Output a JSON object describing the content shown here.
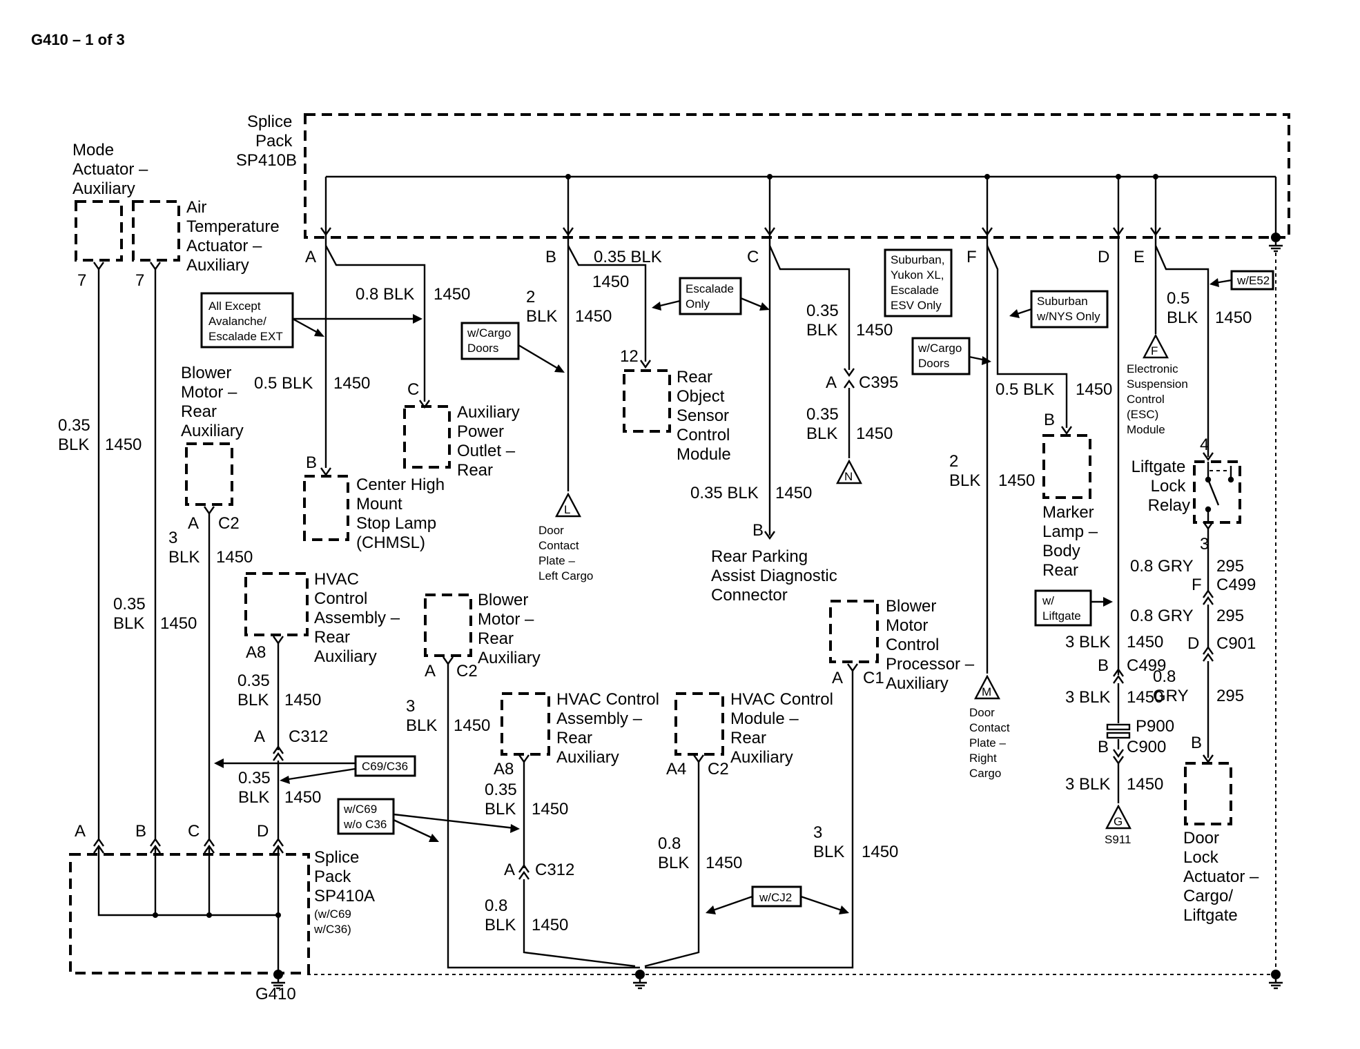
{
  "page": {
    "title": "G410 – 1 of 3"
  },
  "splice_b": {
    "lines": [
      "Splice",
      "Pack",
      "SP410B"
    ]
  },
  "splice_a": {
    "lines": [
      "Splice",
      "Pack",
      "SP410A",
      "(w/C69",
      "w/C36)"
    ]
  },
  "ground": {
    "label": "G410"
  },
  "components": {
    "mode_actuator": [
      "Mode",
      "Actuator –",
      "Auxiliary"
    ],
    "air_temp_actuator": [
      "Air",
      "Temperature",
      "Actuator –",
      "Auxiliary"
    ],
    "blower_motor_rear": [
      "Blower",
      "Motor –",
      "Rear",
      "Auxiliary"
    ],
    "chmsl": [
      "Center High",
      "Mount",
      "Stop Lamp",
      "(CHMSL)"
    ],
    "aux_power_outlet": [
      "Auxiliary",
      "Power",
      "Outlet –",
      "Rear"
    ],
    "hvac_control_assembly": [
      "HVAC",
      "Control",
      "Assembly –",
      "Rear",
      "Auxiliary"
    ],
    "blower_motor_rear_2": [
      "Blower",
      "Motor –",
      "Rear",
      "Auxiliary"
    ],
    "hvac_control_assembly_2": [
      "HVAC Control",
      "Assembly –",
      "Rear",
      "Auxiliary"
    ],
    "hvac_control_module": [
      "HVAC Control",
      "Module –",
      "Rear",
      "Auxiliary"
    ],
    "rear_object_sensor": [
      "Rear",
      "Object",
      "Sensor",
      "Control",
      "Module"
    ],
    "rear_parking_connector": [
      "Rear Parking",
      "Assist Diagnostic",
      "Connector"
    ],
    "blower_motor_processor": [
      "Blower",
      "Motor",
      "Control",
      "Processor –",
      "Auxiliary"
    ],
    "marker_lamp": [
      "Marker",
      "Lamp –",
      "Body",
      "Rear"
    ],
    "esc_module": [
      "Electronic",
      "Suspension",
      "Control",
      "(ESC)",
      "Module"
    ],
    "liftgate_relay": [
      "Liftgate",
      "Lock",
      "Relay"
    ],
    "door_lock_actuator": [
      "Door",
      "Lock",
      "Actuator –",
      "Cargo/",
      "Liftgate"
    ],
    "door_plate_left": [
      "Door",
      "Contact",
      "Plate –",
      "Left Cargo"
    ],
    "door_plate_right": [
      "Door",
      "Contact",
      "Plate –",
      "Right",
      "Cargo"
    ]
  },
  "notes": {
    "all_except": [
      "All Except",
      "Avalanche/",
      "Escalade EXT"
    ],
    "cargo_doors_1": [
      "w/Cargo",
      "Doors"
    ],
    "escalade_only": [
      "Escalade",
      "Only"
    ],
    "suburban_esv": [
      "Suburban,",
      "Yukon XL,",
      "Escalade",
      "ESV Only"
    ],
    "cargo_doors_2": [
      "w/Cargo",
      "Doors"
    ],
    "suburban_nys": [
      "Suburban",
      "w/NYS Only"
    ],
    "w_e52": [
      "w/E52"
    ],
    "w_liftgate": [
      "w/",
      "Liftgate"
    ],
    "c69_c36": [
      "C69/C36"
    ],
    "c69_no_c36": [
      "w/C69",
      "w/o C36"
    ],
    "cj2": [
      "w/CJ2"
    ]
  },
  "offpage": {
    "L": "L",
    "N": "N",
    "M": "M",
    "F": "F",
    "G": "G",
    "S911": "S911"
  },
  "labels": [
    {
      "k": "pinA_b",
      "t": "A"
    },
    {
      "k": "pinB_b",
      "t": "B"
    },
    {
      "k": "pinC_b",
      "t": "C"
    },
    {
      "k": "pinF_b",
      "t": "F"
    },
    {
      "k": "pinD_b",
      "t": "D"
    },
    {
      "k": "pinE_b",
      "t": "E"
    },
    {
      "k": "w_mode_pin",
      "t": "7"
    },
    {
      "k": "w_air_pin",
      "t": "7"
    },
    {
      "k": "w_mode_g",
      "t": "0.35"
    },
    {
      "k": "w_mode_c",
      "t": "BLK"
    },
    {
      "k": "w_mode_n",
      "t": "1450"
    },
    {
      "k": "w_air_g",
      "t": "0.35"
    },
    {
      "k": "w_air_c",
      "t": "BLK"
    },
    {
      "k": "w_air_n",
      "t": "1450"
    },
    {
      "k": "w_aux_top",
      "t": "0.8 BLK"
    },
    {
      "k": "w_aux_topn",
      "t": "1450"
    },
    {
      "k": "w_aux_pin",
      "t": "C"
    },
    {
      "k": "w_chmsl",
      "t": "0.5 BLK"
    },
    {
      "k": "w_chmsl_n",
      "t": "1450"
    },
    {
      "k": "w_chmsl_pin",
      "t": "B"
    },
    {
      "k": "w_bl_pinA",
      "t": "A"
    },
    {
      "k": "w_bl_c2",
      "t": "C2"
    },
    {
      "k": "w_bl_g",
      "t": "3"
    },
    {
      "k": "w_bl_c",
      "t": "BLK"
    },
    {
      "k": "w_bl_n",
      "t": "1450"
    },
    {
      "k": "w_hv_a8",
      "t": "A8"
    },
    {
      "k": "w_hv_g",
      "t": "0.35"
    },
    {
      "k": "w_hv_c",
      "t": "BLK"
    },
    {
      "k": "w_hv_n",
      "t": "1450"
    },
    {
      "k": "w_c312_a",
      "t": "A"
    },
    {
      "k": "w_c312",
      "t": "C312"
    },
    {
      "k": "w_c312_g",
      "t": "0.35"
    },
    {
      "k": "w_c312_c",
      "t": "BLK"
    },
    {
      "k": "w_c312_n",
      "t": "1450"
    },
    {
      "k": "sa_A",
      "t": "A"
    },
    {
      "k": "sa_B",
      "t": "B"
    },
    {
      "k": "sa_C",
      "t": "C"
    },
    {
      "k": "sa_D",
      "t": "D"
    },
    {
      "k": "w_B_g",
      "t": "2"
    },
    {
      "k": "w_B_c",
      "t": "BLK"
    },
    {
      "k": "w_B_n",
      "t": "1450"
    },
    {
      "k": "w_B_top",
      "t": "0.35 BLK"
    },
    {
      "k": "w_B_topn",
      "t": "1450"
    },
    {
      "k": "w_ros_pin",
      "t": "12"
    },
    {
      "k": "w_bm2_A",
      "t": "A"
    },
    {
      "k": "w_bm2_C2",
      "t": "C2"
    },
    {
      "k": "w_bm2_g",
      "t": "3"
    },
    {
      "k": "w_bm2_c",
      "t": "BLK"
    },
    {
      "k": "w_bm2_n",
      "t": "1450"
    },
    {
      "k": "w_hv2_a8",
      "t": "A8"
    },
    {
      "k": "w_hv2_g",
      "t": "0.35"
    },
    {
      "k": "w_hv2_c",
      "t": "BLK"
    },
    {
      "k": "w_hv2_n",
      "t": "1450"
    },
    {
      "k": "w_c312b_a",
      "t": "A"
    },
    {
      "k": "w_c312b",
      "t": "C312"
    },
    {
      "k": "w_c312b_g",
      "t": "0.8"
    },
    {
      "k": "w_c312b_c",
      "t": "BLK"
    },
    {
      "k": "w_c312b_n",
      "t": "1450"
    },
    {
      "k": "w_hm_a4",
      "t": "A4"
    },
    {
      "k": "w_hm_c2",
      "t": "C2"
    },
    {
      "k": "w_hm_g",
      "t": "0.8"
    },
    {
      "k": "w_hm_c",
      "t": "BLK"
    },
    {
      "k": "w_hm_n",
      "t": "1450"
    },
    {
      "k": "w_C_mid",
      "t": "0.35 BLK"
    },
    {
      "k": "w_C_midn",
      "t": "1450"
    },
    {
      "k": "w_rp_pin",
      "t": "B"
    },
    {
      "k": "w_esv_g",
      "t": "0.35"
    },
    {
      "k": "w_esv_c",
      "t": "BLK"
    },
    {
      "k": "w_esv_n",
      "t": "1450"
    },
    {
      "k": "w_c395_a",
      "t": "A"
    },
    {
      "k": "w_c395",
      "t": "C395"
    },
    {
      "k": "w_c395_g",
      "t": "0.35"
    },
    {
      "k": "w_c395_c",
      "t": "BLK"
    },
    {
      "k": "w_c395_n",
      "t": "1450"
    },
    {
      "k": "w_bp_A",
      "t": "A"
    },
    {
      "k": "w_bp_C1",
      "t": "C1"
    },
    {
      "k": "w_bp_g",
      "t": "3"
    },
    {
      "k": "w_bp_c",
      "t": "BLK"
    },
    {
      "k": "w_bp_n",
      "t": "1450"
    },
    {
      "k": "w_F_g",
      "t": "2"
    },
    {
      "k": "w_F_c",
      "t": "BLK"
    },
    {
      "k": "w_F_n",
      "t": "1450"
    },
    {
      "k": "w_mk",
      "t": "0.5 BLK"
    },
    {
      "k": "w_mk_n",
      "t": "1450"
    },
    {
      "k": "w_mk_pin",
      "t": "B"
    },
    {
      "k": "w_D_g1",
      "t": "3 BLK"
    },
    {
      "k": "w_D_n1",
      "t": "1450"
    },
    {
      "k": "w_D_b1",
      "t": "B"
    },
    {
      "k": "w_D_c499",
      "t": "C499"
    },
    {
      "k": "w_D_g2",
      "t": "3 BLK"
    },
    {
      "k": "w_D_n2",
      "t": "1450"
    },
    {
      "k": "w_D_p900",
      "t": "P900"
    },
    {
      "k": "w_D_b2",
      "t": "B"
    },
    {
      "k": "w_D_c900",
      "t": "C900"
    },
    {
      "k": "w_D_g3",
      "t": "3 BLK"
    },
    {
      "k": "w_D_n3",
      "t": "1450"
    },
    {
      "k": "w_E_g",
      "t": "0.5"
    },
    {
      "k": "w_E_c",
      "t": "BLK"
    },
    {
      "k": "w_E_n",
      "t": "1450"
    },
    {
      "k": "w_rel4",
      "t": "4"
    },
    {
      "k": "w_rel3",
      "t": "3"
    },
    {
      "k": "w_gry1",
      "t": "0.8 GRY"
    },
    {
      "k": "w_gry1n",
      "t": "295"
    },
    {
      "k": "w_gry_f",
      "t": "F"
    },
    {
      "k": "w_gry_c499",
      "t": "C499"
    },
    {
      "k": "w_gry2",
      "t": "0.8 GRY"
    },
    {
      "k": "w_gry2n",
      "t": "295"
    },
    {
      "k": "w_gry_d",
      "t": "D"
    },
    {
      "k": "w_gry_c901",
      "t": "C901"
    },
    {
      "k": "w_gry3g",
      "t": "0.8"
    },
    {
      "k": "w_gry3c",
      "t": "GRY"
    },
    {
      "k": "w_gry3n",
      "t": "295"
    },
    {
      "k": "w_dl_pin",
      "t": "B"
    }
  ]
}
